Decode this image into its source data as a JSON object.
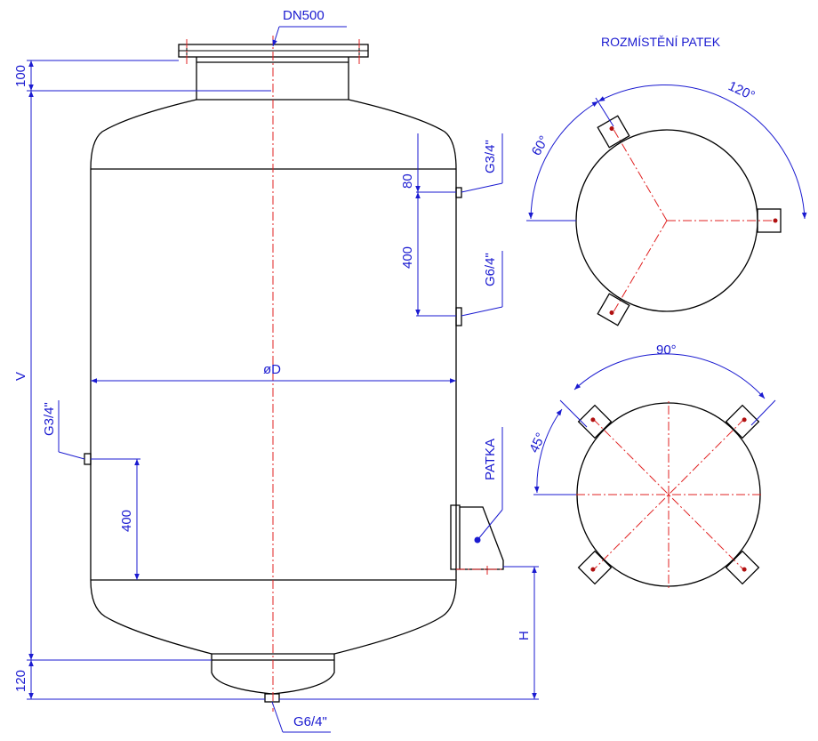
{
  "title": "ROZMÍSTĚNÍ PATEK",
  "labels": {
    "dn": "DN500",
    "flange_height": "100",
    "bottom_height": "120",
    "volume": "V",
    "diameter": "øD",
    "leg_height": "H",
    "upper_port": "G3/4\"",
    "upper_port_offset": "80",
    "port_spacing_right": "400",
    "lower_right_port": "G6/4\"",
    "left_port": "G3/4\"",
    "port_spacing_left": "400",
    "leg": "PATKA",
    "bottom_port": "G6/4\""
  },
  "layout_3_legs": {
    "angle_small": "60°",
    "angle_large": "120°"
  },
  "layout_4_legs": {
    "angle_large": "90°",
    "angle_small": "45°"
  },
  "colors": {
    "dimension": "#1a1ad0",
    "centerline": "#e02020",
    "outline": "#000000"
  }
}
